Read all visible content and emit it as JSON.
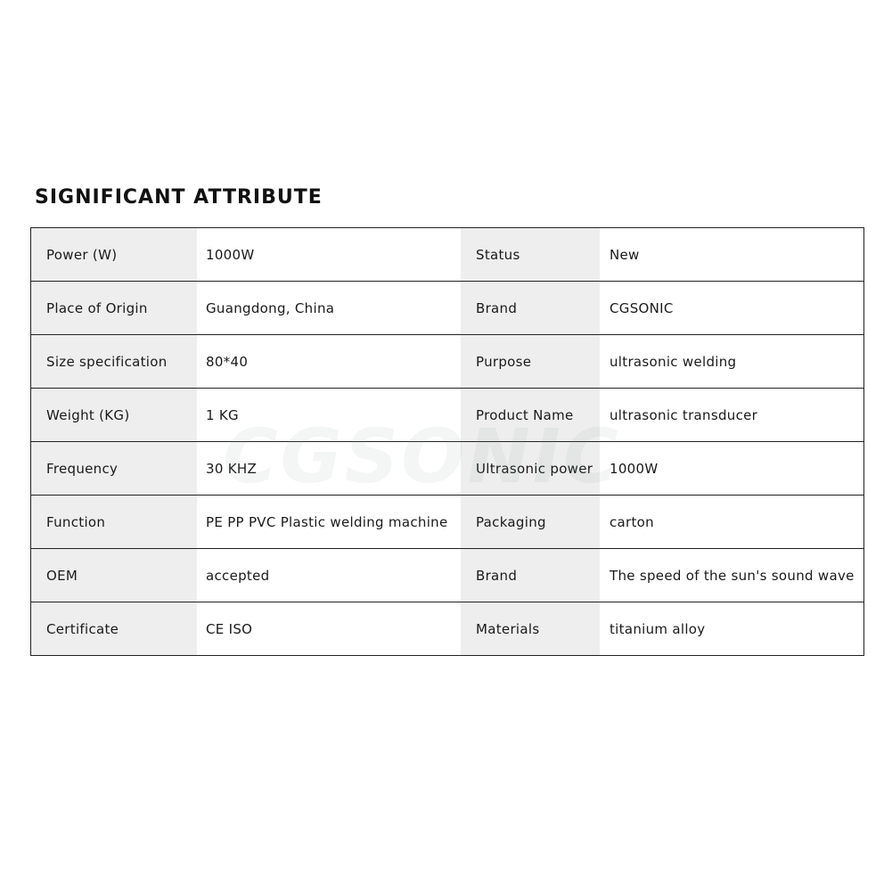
{
  "title": "SIGNIFICANT ATTRIBUTE",
  "watermark": "CGSONIC",
  "rows": [
    {
      "label1": "Power (W)",
      "value1": "1000W",
      "label2": "Status",
      "value2": "New"
    },
    {
      "label1": "Place of Origin",
      "value1": "Guangdong, China",
      "label2": "Brand",
      "value2": "CGSONIC"
    },
    {
      "label1": "Size specification",
      "value1": "80*40",
      "label2": "Purpose",
      "value2": "ultrasonic welding"
    },
    {
      "label1": "Weight (KG)",
      "value1": "1 KG",
      "label2": "Product Name",
      "value2": "ultrasonic transducer"
    },
    {
      "label1": "Frequency",
      "value1": "30 KHZ",
      "label2": "Ultrasonic power",
      "value2": "1000W"
    },
    {
      "label1": "Function",
      "value1": "PE PP PVC Plastic welding machine",
      "label2": "Packaging",
      "value2": "carton"
    },
    {
      "label1": "OEM",
      "value1": "accepted",
      "label2": "Brand",
      "value2": "The speed of the sun's sound wave"
    },
    {
      "label1": "Certificate",
      "value1": "CE ISO",
      "label2": "Materials",
      "value2": "titanium alloy"
    }
  ]
}
